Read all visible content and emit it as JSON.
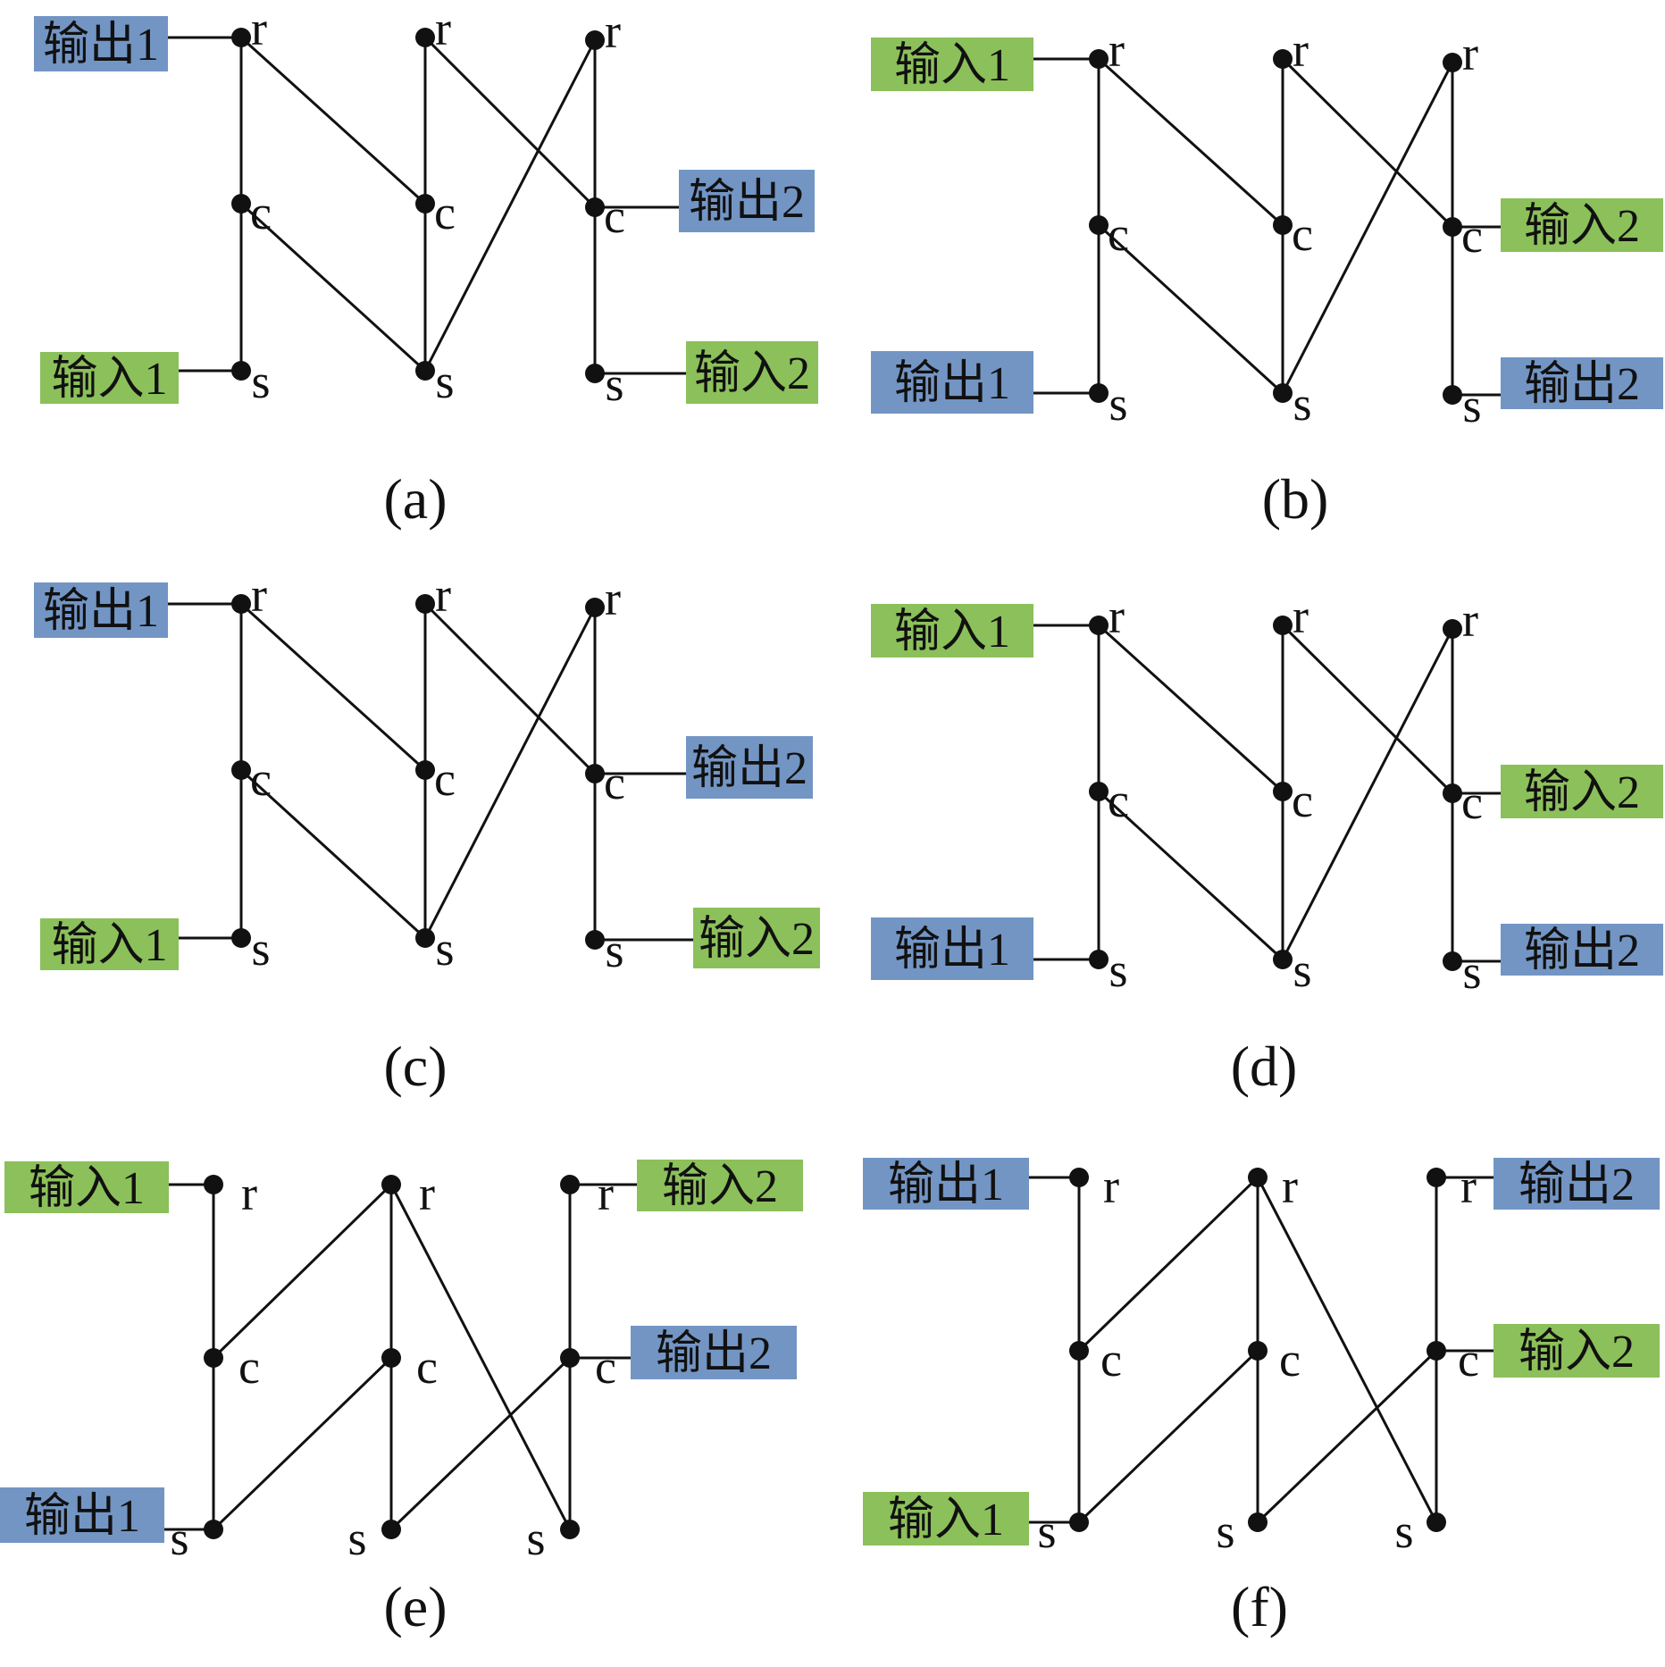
{
  "colors": {
    "input": "#8cc05a",
    "output": "#7395c4",
    "ink": "#111111"
  },
  "panels": [
    {
      "caption": "(a)",
      "node_labels": {
        "r": "r",
        "c": "c",
        "s": "s"
      },
      "tags": [
        {
          "text": "输出1",
          "kind": "output"
        },
        {
          "text": "输入1",
          "kind": "input"
        },
        {
          "text": "输出2",
          "kind": "output"
        },
        {
          "text": "输入2",
          "kind": "input"
        }
      ]
    },
    {
      "caption": "(b)",
      "node_labels": {
        "r": "r",
        "c": "c",
        "s": "s"
      },
      "tags": [
        {
          "text": "输入1",
          "kind": "input"
        },
        {
          "text": "输出1",
          "kind": "output"
        },
        {
          "text": "输入2",
          "kind": "input"
        },
        {
          "text": "输出2",
          "kind": "output"
        }
      ]
    },
    {
      "caption": "(c)",
      "node_labels": {
        "r": "r",
        "c": "c",
        "s": "s"
      },
      "tags": [
        {
          "text": "输出1",
          "kind": "output"
        },
        {
          "text": "输入1",
          "kind": "input"
        },
        {
          "text": "输出2",
          "kind": "output"
        },
        {
          "text": "输入2",
          "kind": "input"
        }
      ]
    },
    {
      "caption": "(d)",
      "node_labels": {
        "r": "r",
        "c": "c",
        "s": "s"
      },
      "tags": [
        {
          "text": "输入1",
          "kind": "input"
        },
        {
          "text": "输出1",
          "kind": "output"
        },
        {
          "text": "输入2",
          "kind": "input"
        },
        {
          "text": "输出2",
          "kind": "output"
        }
      ]
    },
    {
      "caption": "(e)",
      "node_labels": {
        "r": "r",
        "c": "c",
        "s": "s"
      },
      "tags": [
        {
          "text": "输入1",
          "kind": "input"
        },
        {
          "text": "输出1",
          "kind": "output"
        },
        {
          "text": "输入2",
          "kind": "input"
        },
        {
          "text": "输出2",
          "kind": "output"
        }
      ]
    },
    {
      "caption": "(f)",
      "node_labels": {
        "r": "r",
        "c": "c",
        "s": "s"
      },
      "tags": [
        {
          "text": "输出1",
          "kind": "output"
        },
        {
          "text": "输入1",
          "kind": "input"
        },
        {
          "text": "输出2",
          "kind": "output"
        },
        {
          "text": "输入2",
          "kind": "input"
        }
      ]
    }
  ]
}
